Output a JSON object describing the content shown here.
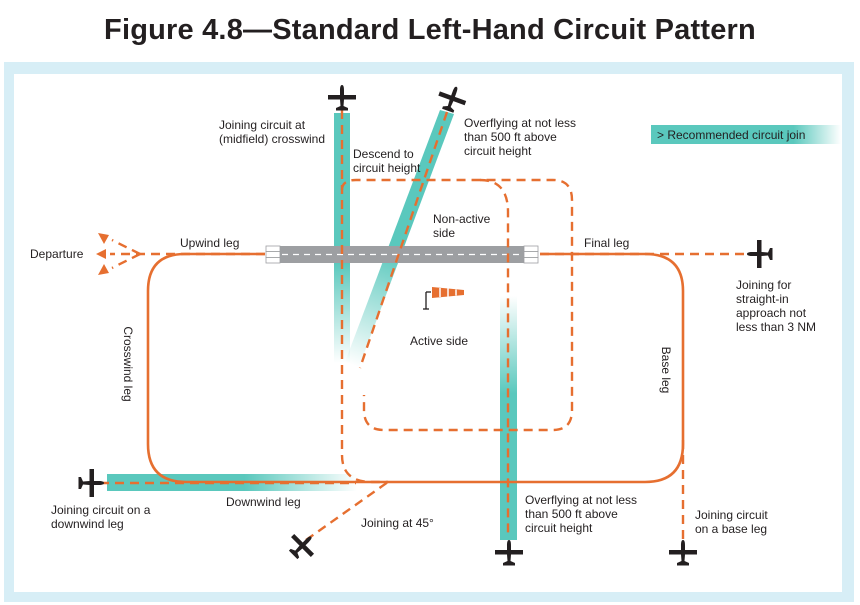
{
  "title": "Figure 4.8—Standard Left-Hand Circuit Pattern",
  "legend": {
    "recommended_join": "> Recommended circuit join"
  },
  "colors": {
    "circuit": "#e66f30",
    "join_band": "#5ac8bd",
    "frame": "#d7eef6",
    "runway": "#9d9fa2",
    "aircraft": "#231f20"
  },
  "icons": [
    "aircraft-icon",
    "windsock-icon",
    "runway-icon"
  ],
  "labels": {
    "departure": "Departure",
    "upwind_leg": "Upwind leg",
    "final_leg": "Final leg",
    "crosswind_leg": "Crosswind leg",
    "base_leg": "Base leg",
    "downwind_leg": "Downwind leg",
    "non_active_side": "Non-active\nside",
    "active_side": "Active side",
    "join_midfield_crosswind": "Joining circuit at\n(midfield) crosswind",
    "descend_to_circuit_height": "Descend to\ncircuit height",
    "overflying_top": "Overflying at not less\nthan 500 ft above\ncircuit height",
    "overflying_bottom": "Overflying at not less\nthan 500 ft above\ncircuit height",
    "join_straight_in": "Joining for\nstraight-in\napproach not\nless than 3 NM",
    "join_base_leg": "Joining circuit\non a base leg",
    "join_downwind_leg": "Joining circuit on a\ndownwind leg",
    "join_at_45": "Joining at 45°"
  }
}
